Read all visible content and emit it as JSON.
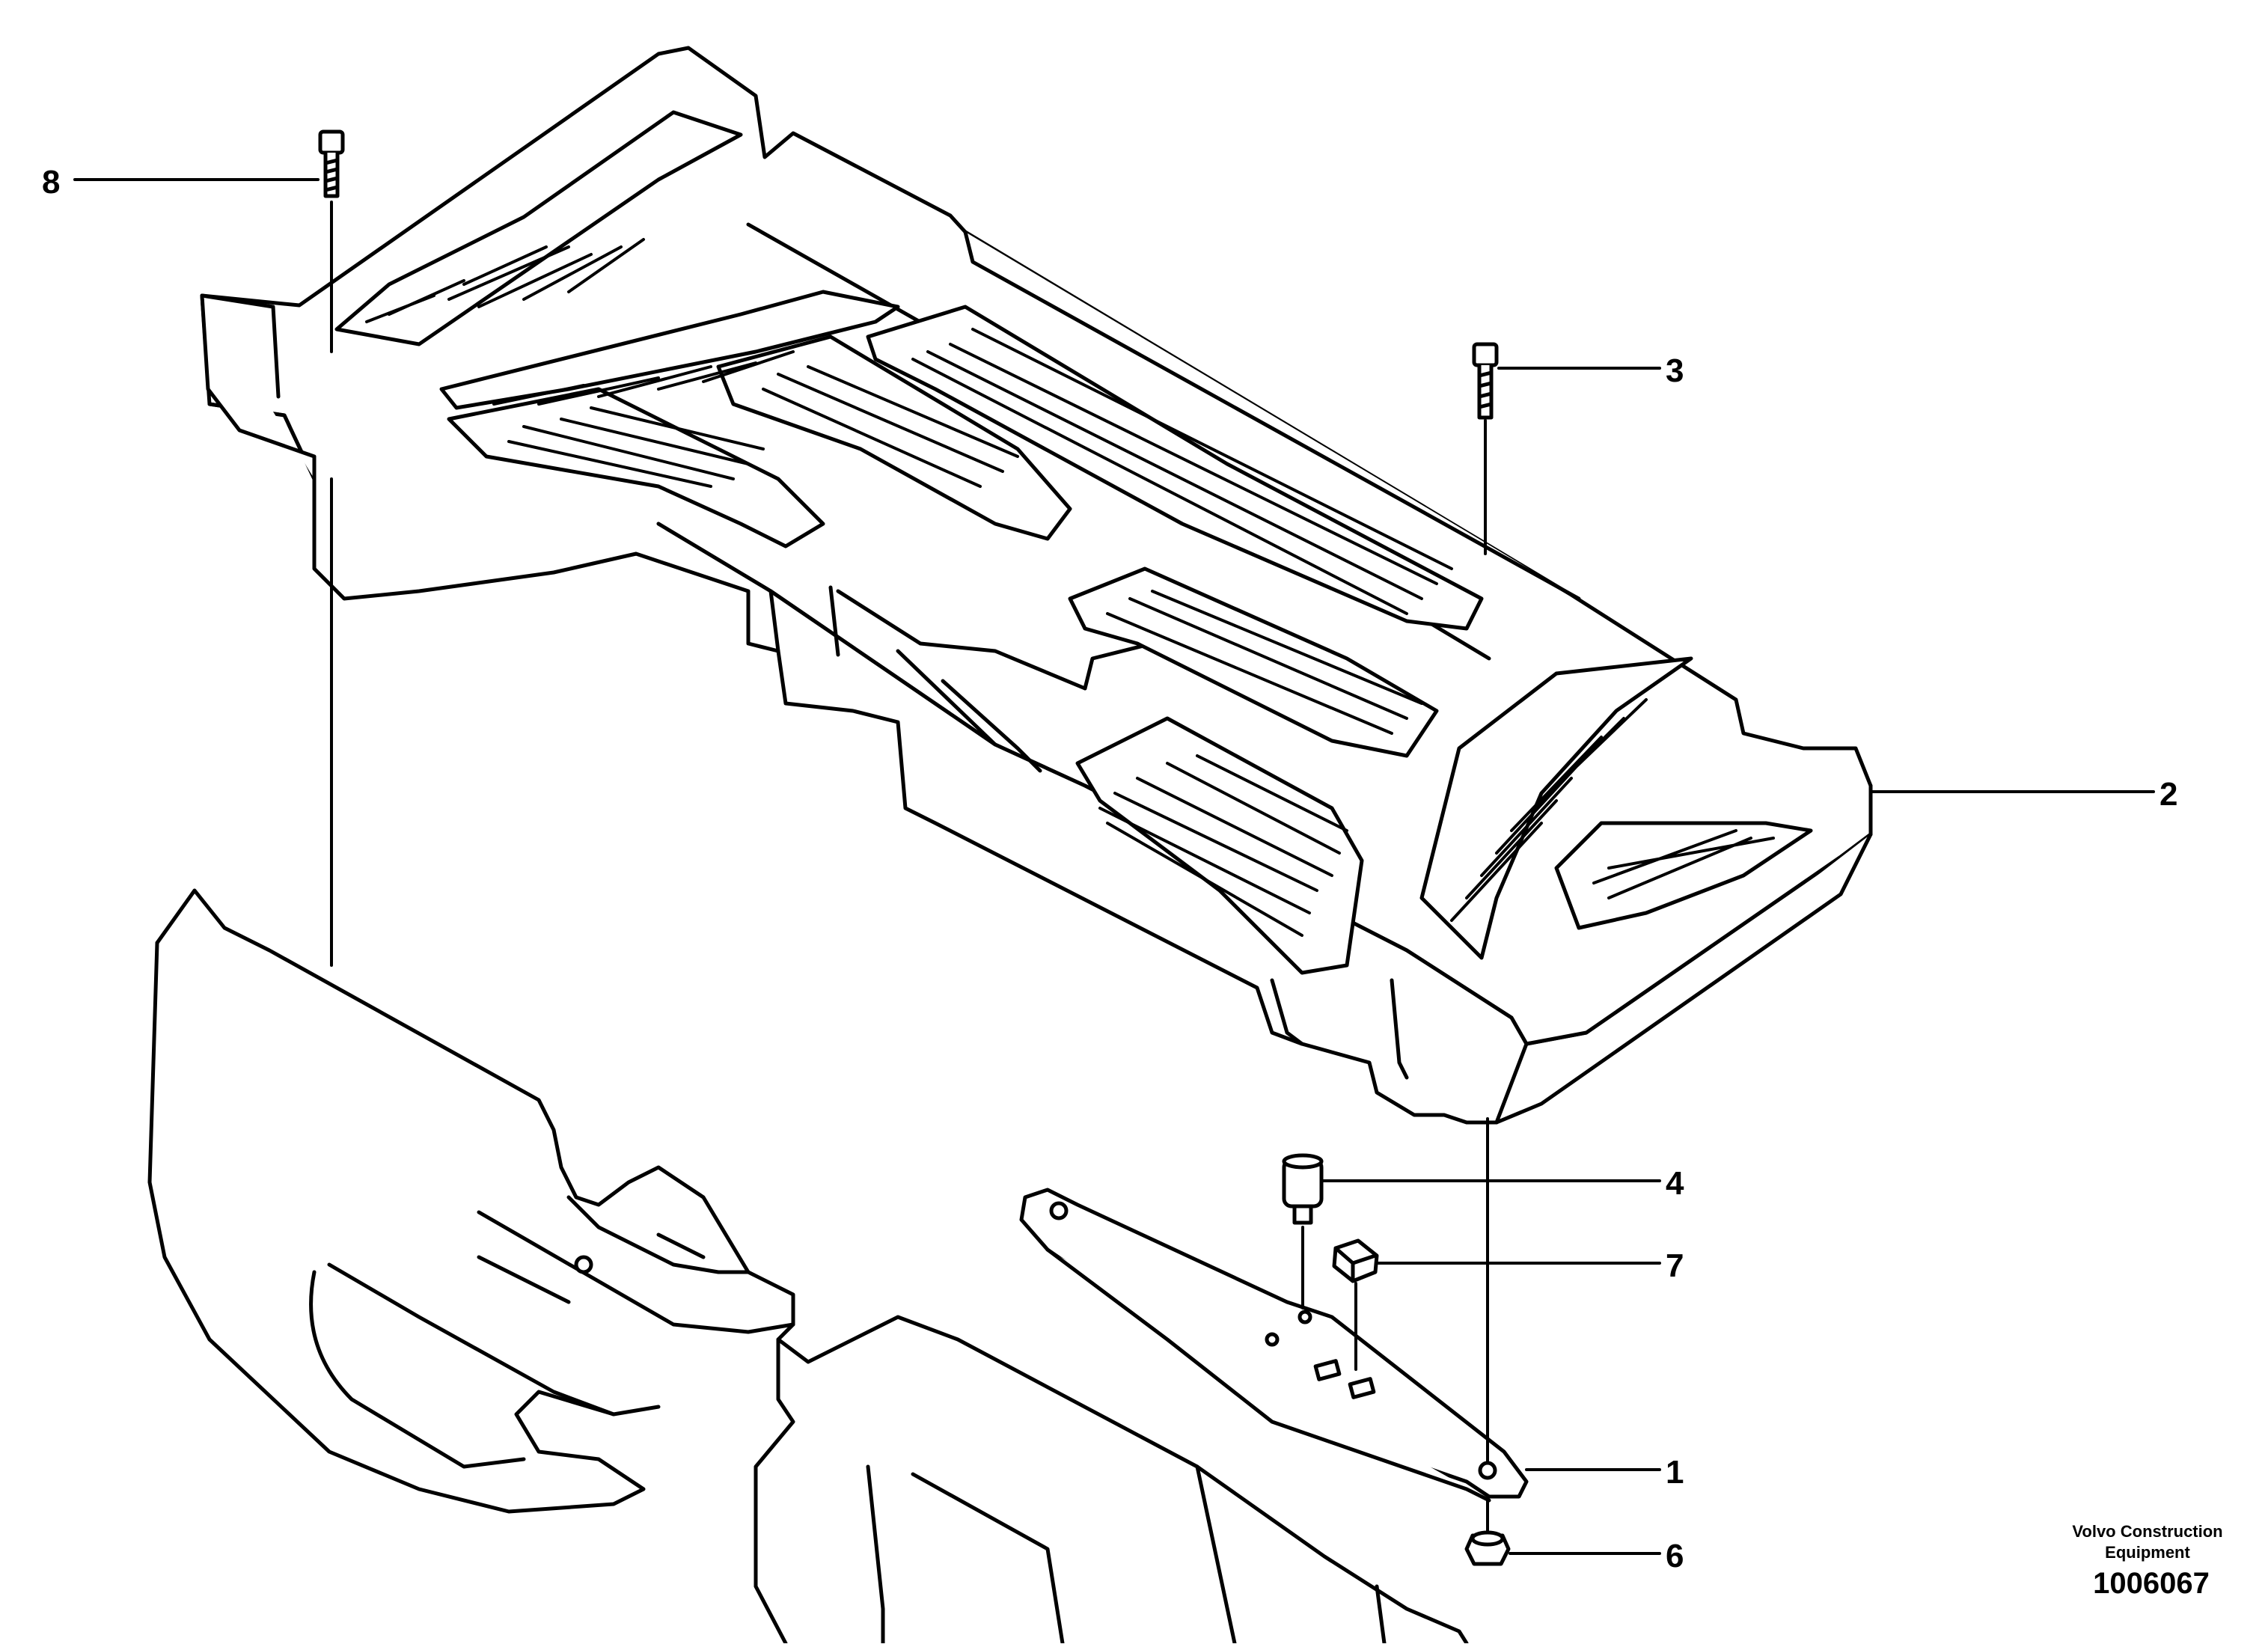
{
  "diagram": {
    "callouts": [
      {
        "id": "c8",
        "label": "8"
      },
      {
        "id": "c3",
        "label": "3"
      },
      {
        "id": "c2",
        "label": "2"
      },
      {
        "id": "c4",
        "label": "4"
      },
      {
        "id": "c7",
        "label": "7"
      },
      {
        "id": "c1",
        "label": "1"
      },
      {
        "id": "c6",
        "label": "6"
      }
    ],
    "publisher_line1": "Volvo Construction",
    "publisher_line2": "Equipment",
    "drawing_number": "1006067"
  }
}
